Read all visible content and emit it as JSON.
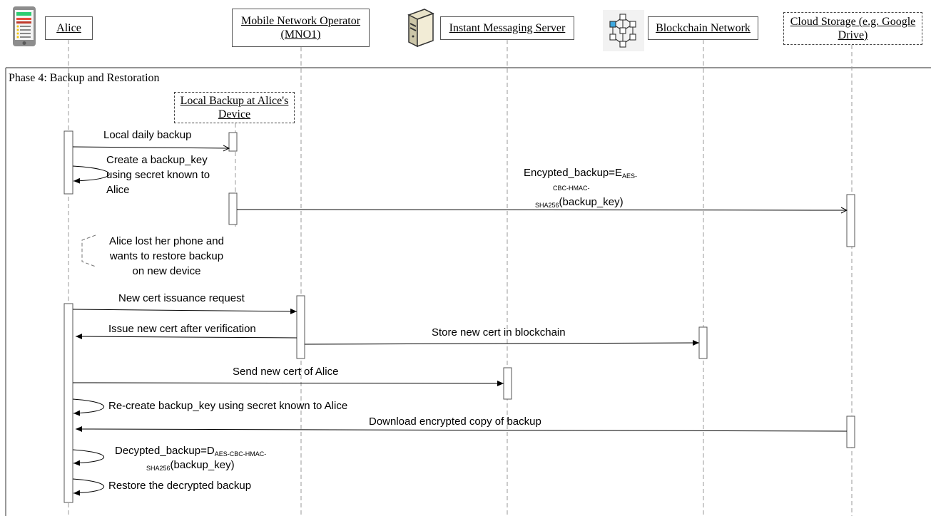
{
  "participants": {
    "alice": "Alice",
    "mno": "Mobile Network Operator (MNO1)",
    "local_backup": "Local Backup at Alice's Device",
    "im_server": "Instant Messaging Server",
    "blockchain": "Blockchain Network",
    "cloud": "Cloud Storage (e.g. Google Drive)"
  },
  "frame": {
    "label": "Phase 4: Backup and Restoration"
  },
  "messages": {
    "m1": "Local daily backup",
    "m2": [
      "Create a backup_key",
      "using secret known to",
      "Alice"
    ],
    "m3": {
      "prefix": "Encypted_backup=E",
      "sub1": "AES-",
      "sub2": "CBC-HMAC-",
      "sub3": "SHA256",
      "suffix": "(backup_key)"
    },
    "note": [
      "Alice lost her phone and",
      "wants to restore backup",
      "on new device"
    ],
    "m4": "New cert issuance request",
    "m5": "Issue new cert after verification",
    "m6": "Store new cert in blockchain",
    "m7": "Send new cert of Alice",
    "m8": "Re-create backup_key using secret known to Alice",
    "m9": "Download encrypted copy of backup",
    "m10": {
      "prefix": "Decypted_backup=D",
      "sub1": "AES-CBC-HMAC-",
      "sub2": "SHA256",
      "suffix": "(backup_key)"
    },
    "m11": "Restore the decrypted backup"
  },
  "icons": [
    "mobile-phone-icon",
    "server-icon",
    "blockchain-network-icon"
  ]
}
